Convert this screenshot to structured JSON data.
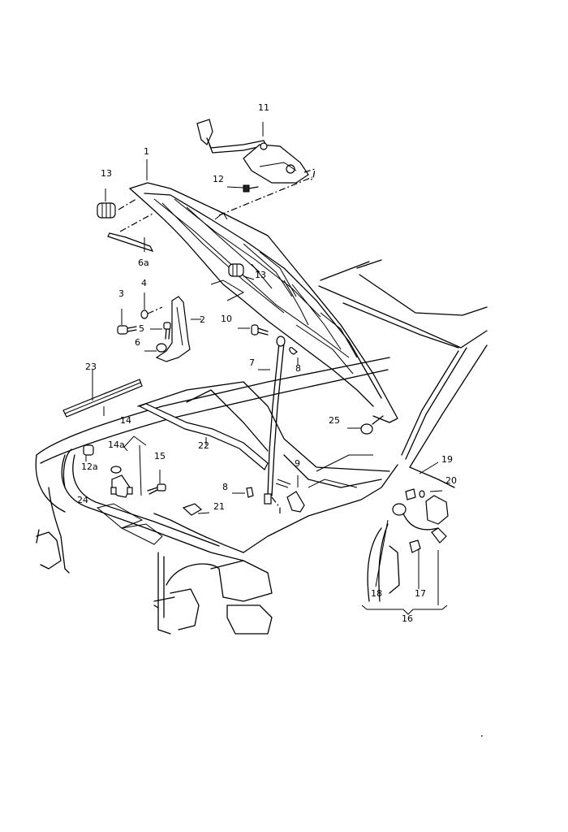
{
  "diagram": {
    "title": "Bonnet / hood assembly exploded parts diagram",
    "labels": [
      {
        "id": "1",
        "text": "1"
      },
      {
        "id": "2",
        "text": "2"
      },
      {
        "id": "3",
        "text": "3"
      },
      {
        "id": "4",
        "text": "4"
      },
      {
        "id": "5",
        "text": "5"
      },
      {
        "id": "6",
        "text": "6"
      },
      {
        "id": "6a",
        "text": "6a"
      },
      {
        "id": "7",
        "text": "7"
      },
      {
        "id": "8a",
        "text": "8"
      },
      {
        "id": "8b",
        "text": "8"
      },
      {
        "id": "9",
        "text": "9"
      },
      {
        "id": "10",
        "text": "10"
      },
      {
        "id": "11",
        "text": "11"
      },
      {
        "id": "12",
        "text": "12"
      },
      {
        "id": "12a",
        "text": "12a"
      },
      {
        "id": "13a",
        "text": "13"
      },
      {
        "id": "13b",
        "text": "13"
      },
      {
        "id": "14",
        "text": "14"
      },
      {
        "id": "14a",
        "text": "14a"
      },
      {
        "id": "15",
        "text": "15"
      },
      {
        "id": "16",
        "text": "16"
      },
      {
        "id": "17",
        "text": "17"
      },
      {
        "id": "18",
        "text": "18"
      },
      {
        "id": "19",
        "text": "19"
      },
      {
        "id": "20",
        "text": "20"
      },
      {
        "id": "21",
        "text": "21"
      },
      {
        "id": "22",
        "text": "22"
      },
      {
        "id": "23",
        "text": "23"
      },
      {
        "id": "24",
        "text": "24"
      },
      {
        "id": "25",
        "text": "25"
      }
    ]
  }
}
